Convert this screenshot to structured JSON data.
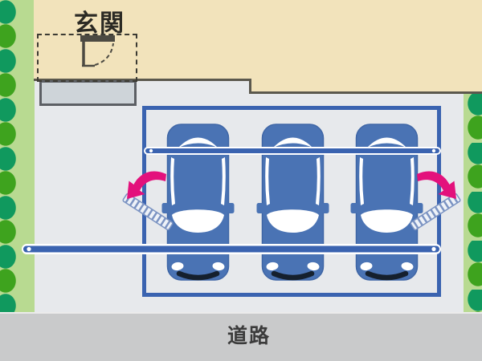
{
  "labels": {
    "entrance": "玄関",
    "road": "道路"
  },
  "parking": {
    "car_count": 3,
    "gate_count": 2,
    "swing_arrow_count": 2
  },
  "colors": {
    "surface": "#e7e9ec",
    "house": "#f2e3bb",
    "house-edge": "#5b584d",
    "road": "#c9cacb",
    "road-edge": "#ebebeb",
    "hedge": "#b8da91",
    "tree-a": "#10995e",
    "tree-b": "#3ea31e",
    "porch": "#ced4d9",
    "porch-edge": "#5c5f64",
    "blue": "#3a63b0",
    "car-blue": "#4a73b4",
    "car-blue-dark": "#3f66a6",
    "glass": "#ffffff",
    "bumper": "#15202e",
    "pink": "#e3117c",
    "gate-fill": "#eef2f8",
    "gate-stroke": "#7b93c2",
    "door": "#4c4a42",
    "text-dark": "#2b2a24"
  }
}
